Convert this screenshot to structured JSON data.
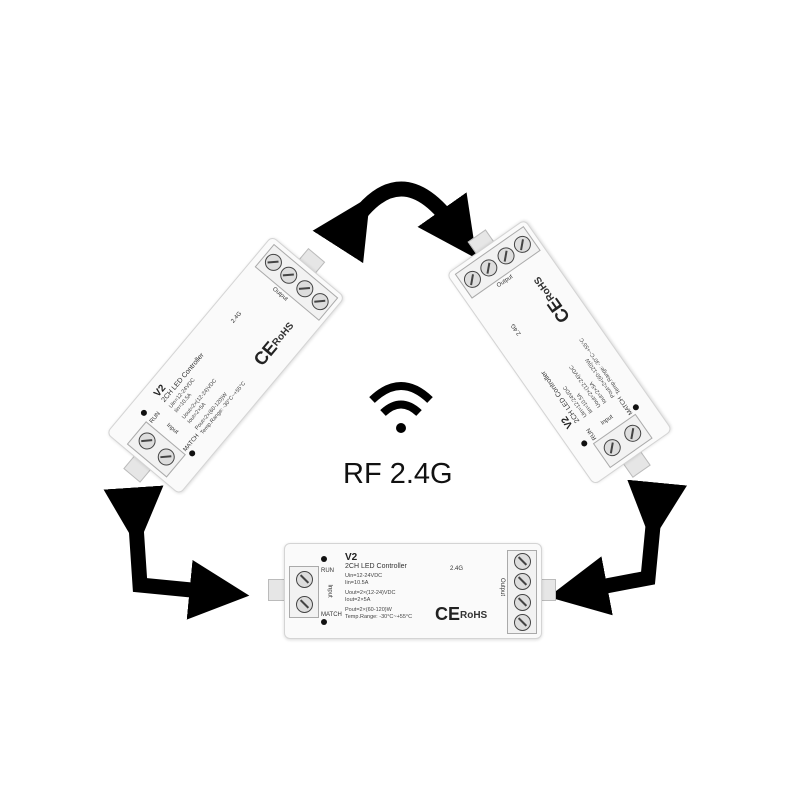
{
  "center": {
    "label": "RF 2.4G",
    "icon": "wifi-icon"
  },
  "controller": {
    "model": "V2",
    "name": "2CH LED Controller",
    "specs": [
      "Uin=12-24VDC",
      "Iin=10.5A",
      "Uout=2×(12-24)VDC",
      "Iout=2×5A",
      "Pout=2×(60-120)W",
      "Temp.Range: -30°C~+55°C"
    ],
    "run": "RUN",
    "match": "MATCH",
    "input": "Input",
    "output": "Output",
    "rf": "2.4G",
    "ce": "CE",
    "rohs": "RoHS"
  },
  "colors": {
    "arrow": "#000000",
    "background": "#ffffff"
  }
}
